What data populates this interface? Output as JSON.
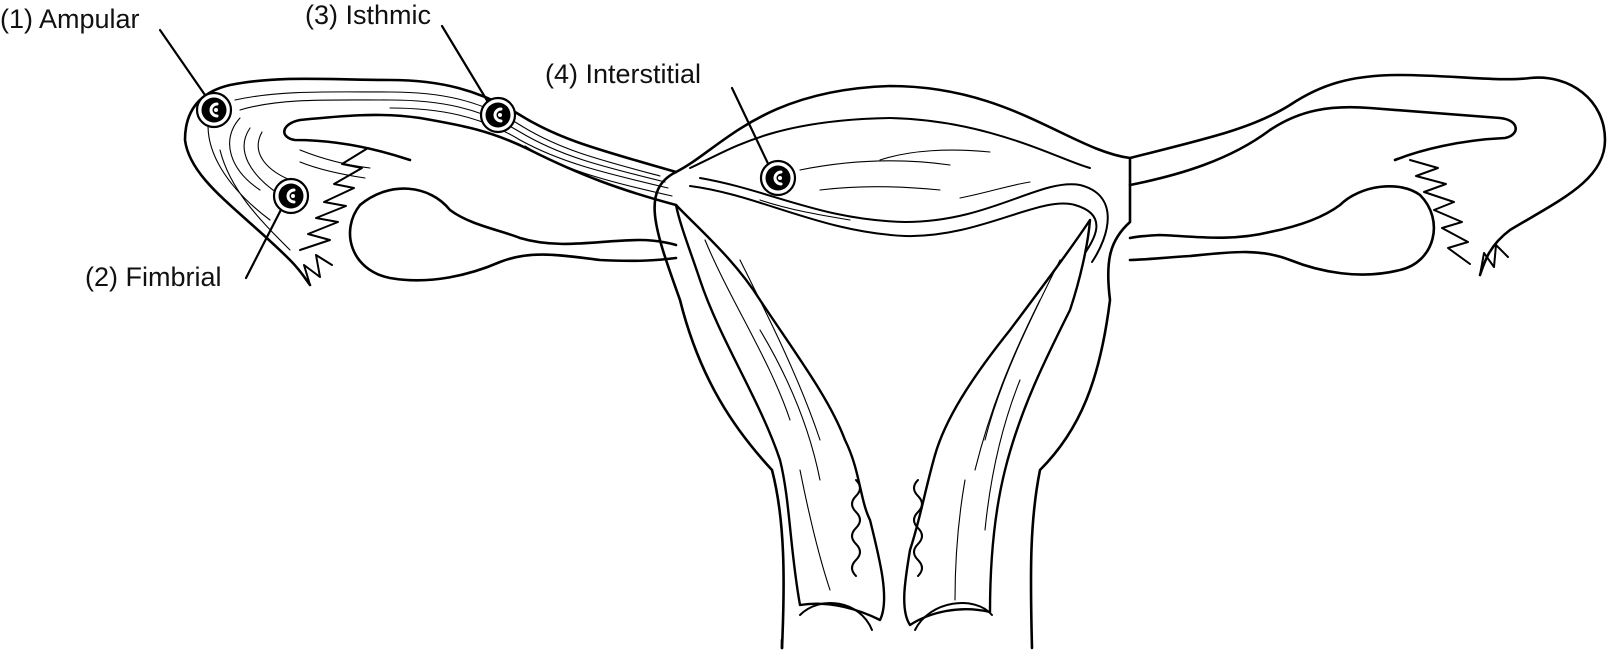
{
  "labels": {
    "ampular": "(1) Ampular",
    "fimbrial": "(2) Fimbrial",
    "isthmic": "(3) Isthmic",
    "interstitial": "(4) Interstitial"
  },
  "colors": {
    "line": "#000000",
    "background": "#ffffff",
    "text": "#111111"
  },
  "icons": [
    "ectopic-embryo-icon"
  ]
}
